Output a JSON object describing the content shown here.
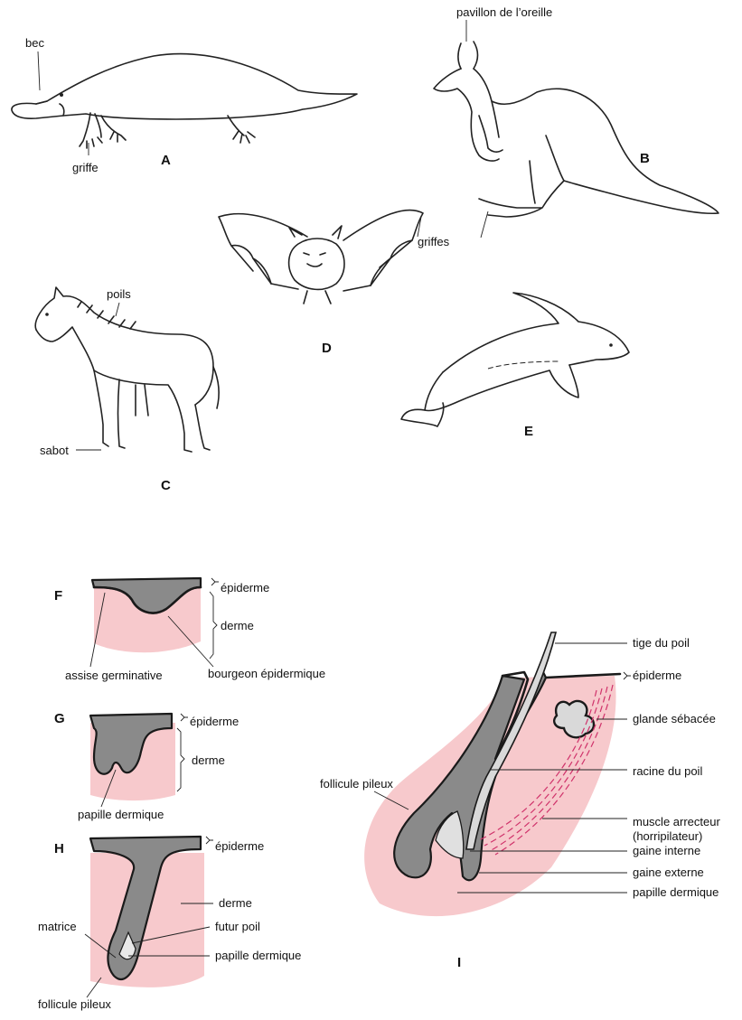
{
  "animals": {
    "panel_a": "A",
    "panel_b": "B",
    "panel_c": "C",
    "panel_d": "D",
    "panel_e": "E",
    "bec": "bec",
    "griffe": "griffe",
    "pavillon": "pavillon de l’oreille",
    "griffes": "griffes",
    "poils": "poils",
    "sabot": "sabot"
  },
  "hair": {
    "panel_f": "F",
    "panel_g": "G",
    "panel_h": "H",
    "panel_i": "I",
    "f_epiderme": "épiderme",
    "f_derme": "derme",
    "f_assise": "assise germinative",
    "f_bourgeon": "bourgeon épidermique",
    "g_epiderme": "épiderme",
    "g_derme": "derme",
    "g_papille": "papille dermique",
    "h_epiderme": "épiderme",
    "h_derme": "derme",
    "h_matrice": "matrice",
    "h_futur": "futur poil",
    "h_papille": "papille dermique",
    "h_follicule": "follicule pileux",
    "i_tige": "tige du poil",
    "i_epiderme": "épiderme",
    "i_glande": "glande sébacée",
    "i_racine": "racine du poil",
    "i_follicule": "follicule pileux",
    "i_muscle1": "muscle arrecteur",
    "i_muscle2": "(horripilateur)",
    "i_interne": "gaine interne",
    "i_externe": "gaine externe",
    "i_papille": "papille dermique"
  },
  "colors": {
    "dermis": "#f7c9cc",
    "epidermis": "#8a8a8a",
    "muscle": "#d0336b"
  }
}
